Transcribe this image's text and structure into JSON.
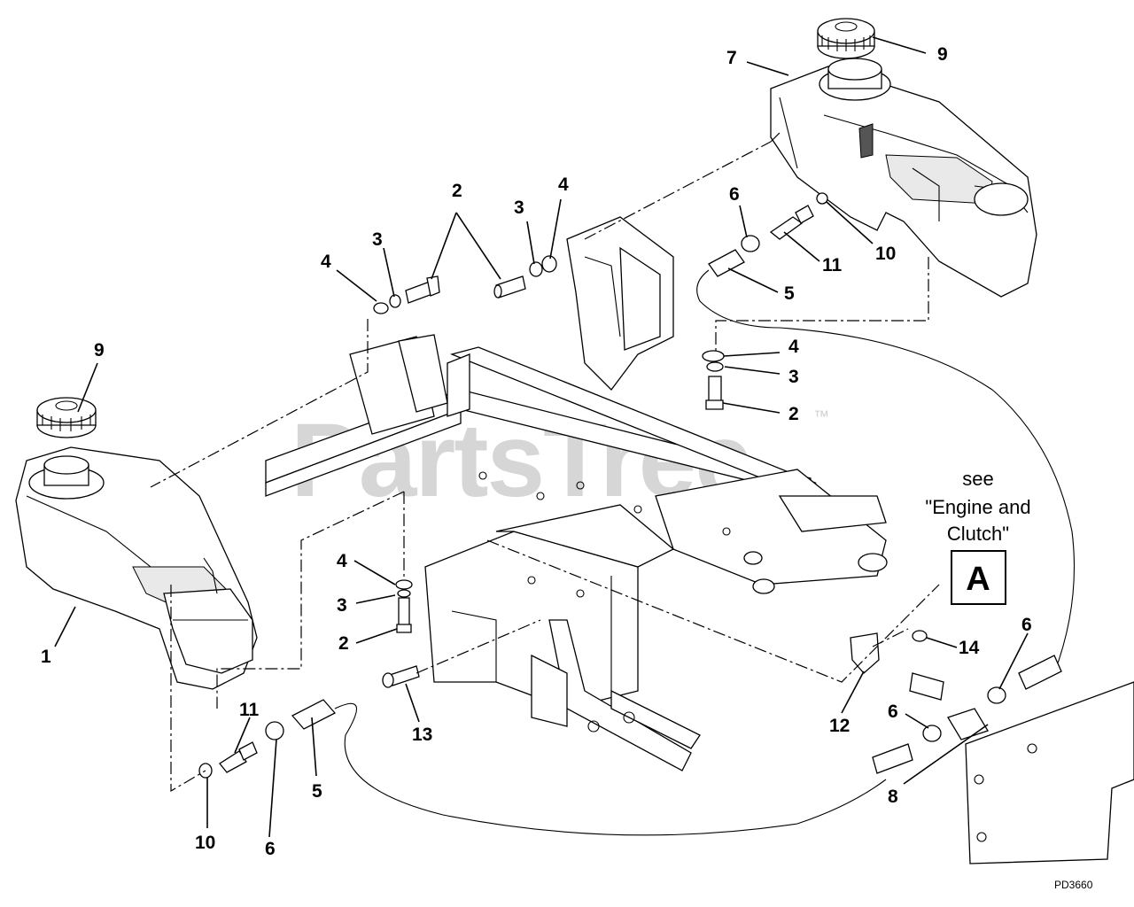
{
  "watermark": {
    "text": "PartsTree",
    "trademark": "™"
  },
  "reference_note": {
    "line1": "see",
    "line2": "\"Engine and",
    "line3": "Clutch\"",
    "box_label": "A"
  },
  "drawing_code": "PD3660",
  "callouts": {
    "c9_top": "9",
    "c7": "7",
    "c2_top": "2",
    "c4_a": "4",
    "c3_a": "3",
    "c3_b": "3",
    "c4_b": "4",
    "c6_top": "6",
    "c11_top": "11",
    "c10_top": "10",
    "c5_top": "5",
    "c4_c": "4",
    "c3_c": "3",
    "c2_c": "2",
    "c9_left": "9",
    "c1": "1",
    "c4_d": "4",
    "c3_d": "3",
    "c2_d": "2",
    "c11_left": "11",
    "c13": "13",
    "c5_left": "5",
    "c10_left": "10",
    "c6_left": "6",
    "c14": "14",
    "c6_right": "6",
    "c12": "12",
    "c6_lower": "6",
    "c8": "8"
  }
}
